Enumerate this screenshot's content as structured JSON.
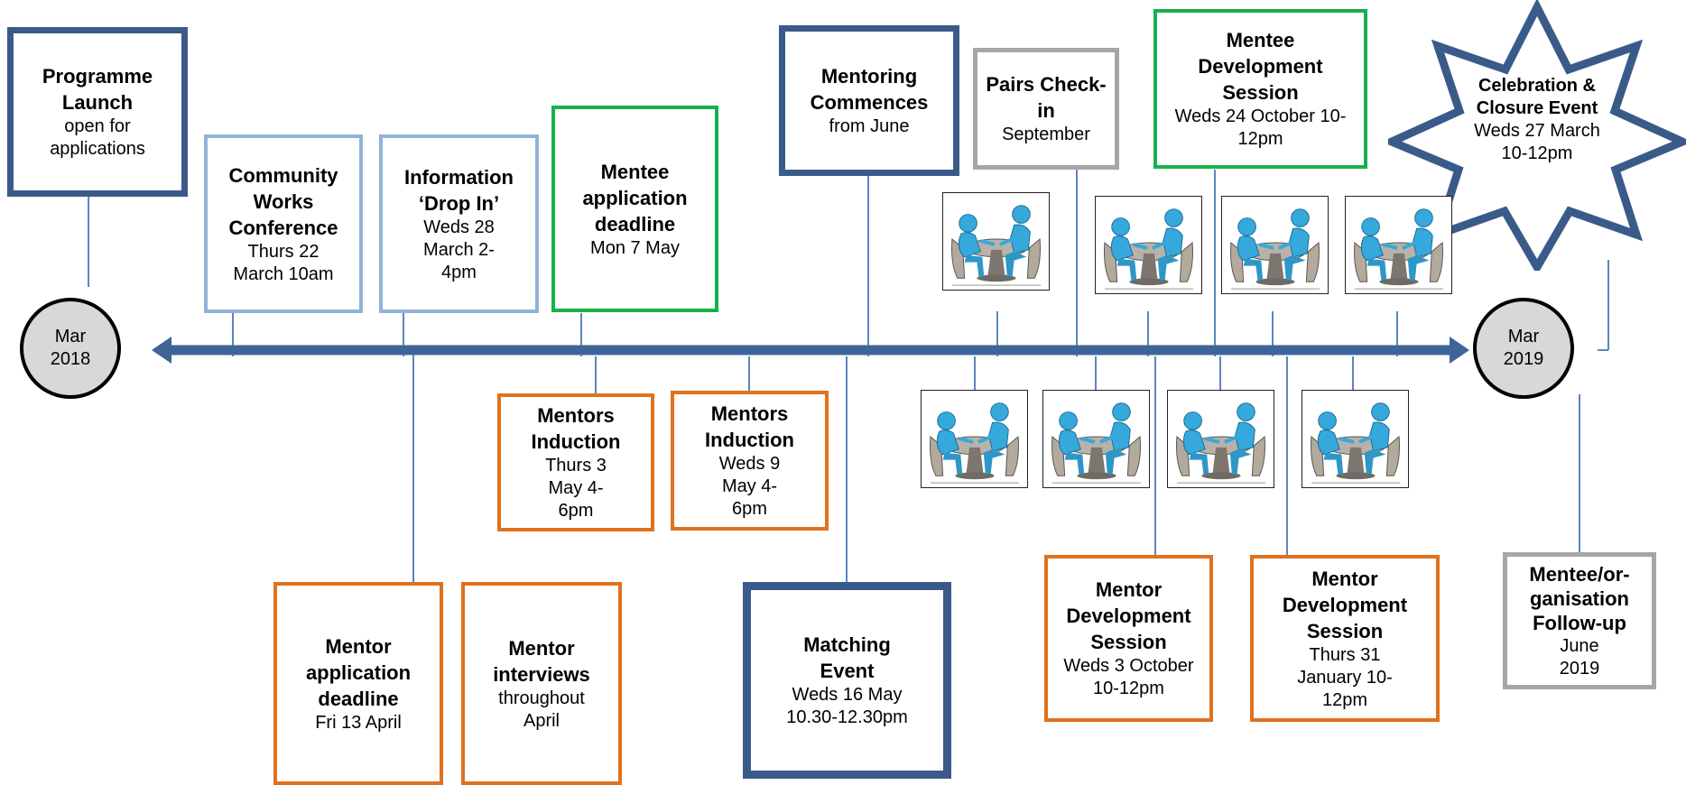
{
  "timeline": {
    "start_label": "Mar 2018",
    "end_label": "Mar 2019"
  },
  "events": {
    "programme_launch": {
      "title": "Programme Launch",
      "detail": "open for applications"
    },
    "community_works": {
      "title": "Community Works Conference",
      "detail": "Thurs 22 March 10am"
    },
    "info_drop_in": {
      "title": "Information ‘Drop In’",
      "detail": "Weds 28 March 2-4pm"
    },
    "mentee_deadline": {
      "title": "Mentee application deadline",
      "detail": "Mon 7 May"
    },
    "mentoring_commences": {
      "title": "Mentoring Commences",
      "detail": "from June"
    },
    "pairs_checkin": {
      "title": "Pairs Check-in",
      "detail": "September"
    },
    "mentee_dev_session": {
      "title": "Mentee Development Session",
      "detail": "Weds 24 October 10-12pm"
    },
    "celebration": {
      "title": "Celebration & Closure Event",
      "detail": "Weds 27 March 10-12pm"
    },
    "mentors_induction_1": {
      "title": "Mentors Induction",
      "detail": "Thurs 3 May 4-6pm"
    },
    "mentors_induction_2": {
      "title": "Mentors Induction",
      "detail": "Weds 9 May 4-6pm"
    },
    "mentor_deadline": {
      "title": "Mentor application deadline",
      "detail": "Fri 13 April"
    },
    "mentor_interviews": {
      "title": "Mentor interviews",
      "detail": "throughout April"
    },
    "matching_event": {
      "title": "Matching Event",
      "detail": "Weds 16 May 10.30-12.30pm"
    },
    "mentor_dev_1": {
      "title": "Mentor Development Session",
      "detail": "Weds 3 October 10-12pm"
    },
    "mentor_dev_2": {
      "title": "Mentor Development Session",
      "detail": "Thurs 31 January 10-12pm"
    },
    "follow_up": {
      "title": "Mentee/or-ganisation Follow-up",
      "detail": "June 2019"
    }
  },
  "colors": {
    "dark_blue": "#3a5b89",
    "light_blue": "#92b3da",
    "green": "#17b24d",
    "orange": "#e0711d",
    "gray": "#a6a6a6",
    "arrow": "#3d6597"
  },
  "icons": {
    "meeting": "mentoring-meeting-icon"
  }
}
